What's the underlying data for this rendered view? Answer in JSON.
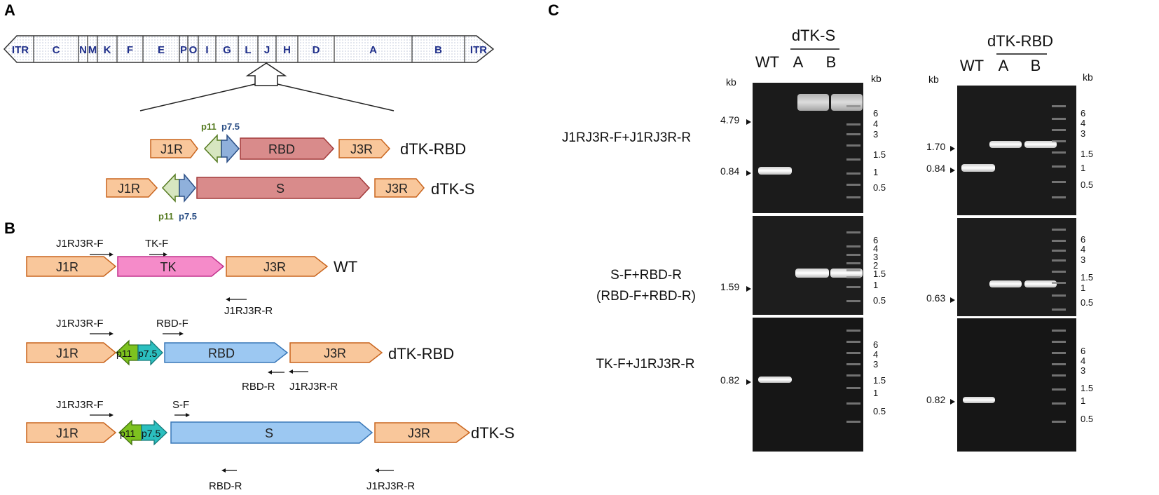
{
  "panels": {
    "a": "A",
    "b": "B",
    "c": "C"
  },
  "genome": {
    "segments": [
      "ITR",
      "C",
      "N",
      "M",
      "K",
      "F",
      "E",
      "P",
      "O",
      "I",
      "G",
      "L",
      "J",
      "H",
      "D",
      "A",
      "B",
      "ITR"
    ]
  },
  "constructs_a": {
    "rbd": {
      "j1r": "J1R",
      "p11": "p11",
      "p75": "p7.5",
      "insert": "RBD",
      "j3r": "J3R",
      "name": "dTK-RBD"
    },
    "s": {
      "j1r": "J1R",
      "p11": "p11",
      "p75": "p7.5",
      "insert": "S",
      "j3r": "J3R",
      "name": "dTK-S"
    }
  },
  "constructs_b": {
    "wt": {
      "j1r": "J1R",
      "insert": "TK",
      "j3r": "J3R",
      "name": "WT",
      "primers": [
        "J1RJ3R-F",
        "TK-F",
        "J1RJ3R-R"
      ]
    },
    "rbd": {
      "j1r": "J1R",
      "p11": "p11",
      "p75": "p7.5",
      "insert": "RBD",
      "j3r": "J3R",
      "name": "dTK-RBD",
      "primers": [
        "J1RJ3R-F",
        "RBD-F",
        "RBD-R",
        "J1RJ3R-R"
      ]
    },
    "s": {
      "j1r": "J1R",
      "p11": "p11",
      "p75": "p7.5",
      "insert": "S",
      "j3r": "J3R",
      "name": "dTK-S",
      "primers": [
        "J1RJ3R-F",
        "S-F",
        "RBD-R",
        "J1RJ3R-R"
      ]
    }
  },
  "gel": {
    "kb_unit": "kb",
    "groups": [
      {
        "title": "dTK-S",
        "lanes": [
          "WT",
          "A",
          "B"
        ]
      },
      {
        "title": "dTK-RBD",
        "lanes": [
          "WT",
          "A",
          "B"
        ]
      }
    ],
    "primer_pairs": [
      "J1RJ3R-F+J1RJ3R-R",
      "S-F+RBD-R",
      "(RBD-F+RBD-R)",
      "TK-F+J1RJ3R-R"
    ],
    "band_sizes_left": [
      "4.79",
      "0.84",
      "1.59",
      "0.82"
    ],
    "band_sizes_right": [
      "1.70",
      "0.84",
      "0.63",
      "0.82"
    ],
    "marker_rows": [
      [
        "6",
        "4",
        "3",
        "1.5",
        "1",
        "0.5"
      ],
      [
        "6",
        "4",
        "3",
        "2",
        "1.5",
        "1",
        "0.5"
      ],
      [
        "6",
        "4",
        "3",
        "1.5",
        "1",
        "0.5"
      ]
    ],
    "marker_rows_right": [
      [
        "6",
        "4",
        "3",
        "1.5",
        "1",
        "0.5"
      ],
      [
        "6",
        "4",
        "3",
        "1.5",
        "1",
        "0.5"
      ],
      [
        "6",
        "4",
        "3",
        "1.5",
        "1",
        "0.5"
      ]
    ]
  },
  "colors": {
    "j_region": "#f9c79b",
    "j_stroke": "#c9651e",
    "p11_light": "#d7e6c0",
    "p75_light": "#8fb0db",
    "insert_a": "#d98b8b",
    "tk": "#f58bc9",
    "insert_b": "#9cc8f2",
    "p11_dark": "#7dc21f",
    "p75_dark": "#2bbfbf",
    "segment_text": "#1f2f8a",
    "p11_text": "#557a20",
    "p75_text": "#2c4f86"
  }
}
